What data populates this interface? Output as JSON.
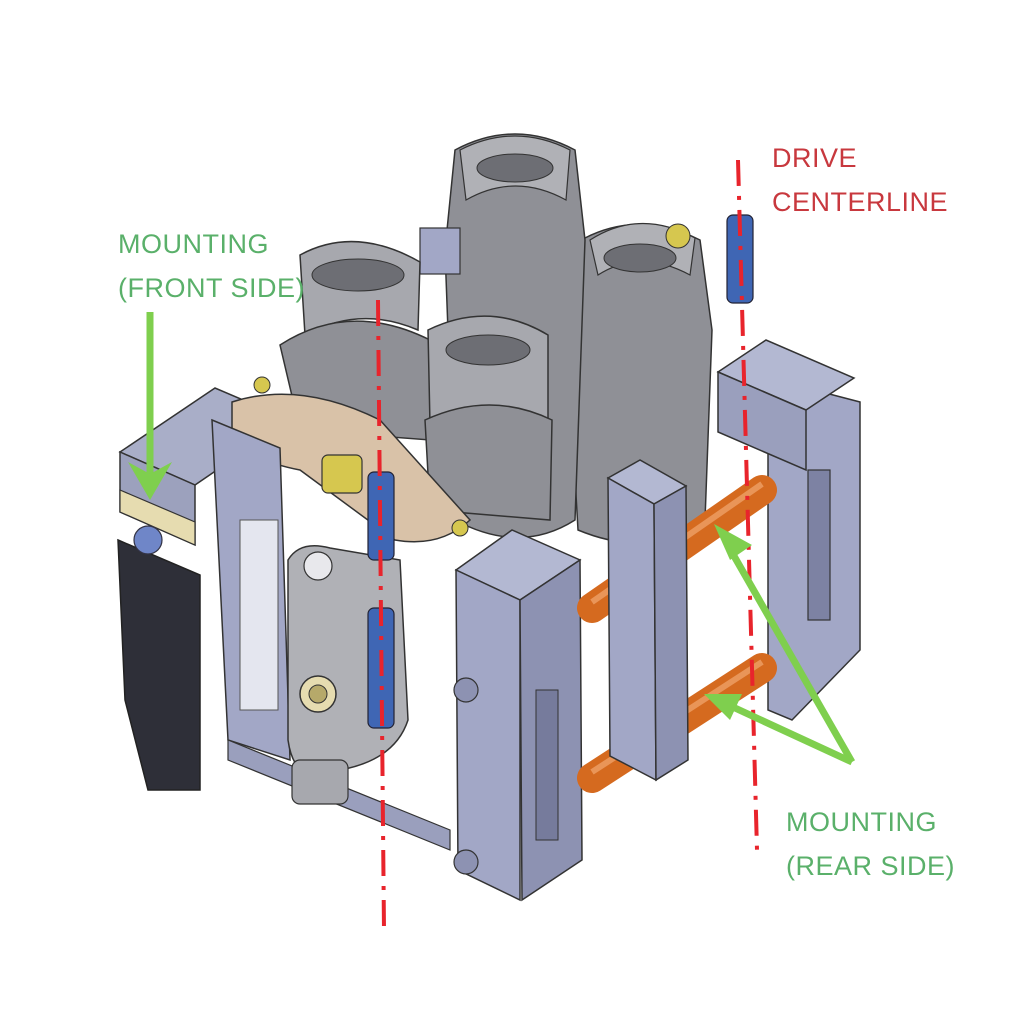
{
  "colors": {
    "centerline": "#e8242c",
    "centerline_text": "#c8383e",
    "mounting": "#7fcf4e",
    "mounting_text": "#5ab06a",
    "frame": "#a2a7c6",
    "frame_dark": "#6f7394",
    "housing": "#8f9096",
    "housing_dark": "#5e5f66",
    "rod": "#d56a1f",
    "pin": "#3f66b4",
    "tan": "#d9c2a8",
    "cream": "#e6dcb0",
    "yellow": "#d6c74f",
    "block": "#2e2f38"
  },
  "labels": {
    "drive": [
      "DRIVE",
      "CENTERLINE"
    ],
    "front": [
      "MOUNTING",
      "(FRONT SIDE)"
    ],
    "rear": [
      "MOUNTING",
      "(REAR SIDE)"
    ]
  }
}
